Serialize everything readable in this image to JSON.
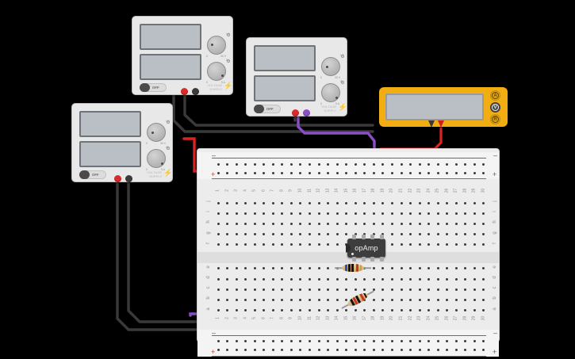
{
  "app": {
    "background_color": "#000000",
    "canvas_label": "circuit-canvas"
  },
  "power_supplies": [
    {
      "id": "psu-1",
      "label": "VOLTAGE SUPPLY",
      "brand_line1": "VOLTAGE",
      "brand_line2": "SUPPLY",
      "switch_label": "OFF",
      "switch_state": "off",
      "bolt_icon": "⚡",
      "knobs": [
        {
          "name": "voltage-knob",
          "top_label": "VC",
          "min_label": "0",
          "max_label": "30 V"
        },
        {
          "name": "current-knob",
          "top_label": "IC",
          "min_label": "0",
          "max_label": "5 A"
        }
      ],
      "display_top": "",
      "display_bottom": "",
      "terminals": [
        {
          "name": "positive-terminal",
          "color": "#d92b2b"
        },
        {
          "name": "negative-terminal",
          "color": "#3a3a3a"
        }
      ]
    },
    {
      "id": "psu-2",
      "label": "VOLTAGE SUPPLY",
      "brand_line1": "VOLTAGE",
      "brand_line2": "SUPPLY",
      "switch_label": "OFF",
      "switch_state": "off",
      "bolt_icon": "⚡",
      "knobs": [
        {
          "name": "voltage-knob",
          "top_label": "VC",
          "min_label": "0",
          "max_label": "30 V"
        },
        {
          "name": "current-knob",
          "top_label": "IC",
          "min_label": "0",
          "max_label": "5 A"
        }
      ],
      "display_top": "",
      "display_bottom": "",
      "terminals": [
        {
          "name": "positive-terminal",
          "color": "#d92b2b"
        },
        {
          "name": "negative-terminal",
          "color": "#8a4fc4"
        }
      ]
    },
    {
      "id": "psu-3",
      "label": "VOLTAGE SUPPLY",
      "brand_line1": "VOLTAGE",
      "brand_line2": "SUPPLY",
      "switch_label": "OFF",
      "switch_state": "off",
      "bolt_icon": "⚡",
      "knobs": [
        {
          "name": "voltage-knob",
          "top_label": "VC",
          "min_label": "0",
          "max_label": "30 V"
        },
        {
          "name": "current-knob",
          "top_label": "IC",
          "min_label": "0",
          "max_label": "5 A"
        }
      ],
      "display_top": "",
      "display_bottom": "",
      "terminals": [
        {
          "name": "positive-terminal",
          "color": "#d92b2b"
        },
        {
          "name": "negative-terminal",
          "color": "#3a3a3a"
        }
      ]
    }
  ],
  "multimeter": {
    "id": "multimeter-1",
    "body_color": "#f2ad13",
    "screen_value": "",
    "mode_buttons": [
      {
        "name": "ammeter-mode-button",
        "label": "A",
        "selected": false
      },
      {
        "name": "voltmeter-mode-button",
        "label": "V",
        "selected": true
      },
      {
        "name": "ohmmeter-mode-button",
        "label": "R",
        "selected": false
      }
    ],
    "probes": [
      {
        "name": "black-probe",
        "color": "#3a3a3a"
      },
      {
        "name": "red-probe",
        "color": "#cc2222"
      }
    ]
  },
  "breadboard": {
    "id": "breadboard-1",
    "columns": [
      1,
      2,
      3,
      4,
      5,
      6,
      7,
      8,
      9,
      10,
      11,
      12,
      13,
      14,
      15,
      16,
      17,
      18,
      19,
      20,
      21,
      22,
      23,
      24,
      25,
      26,
      27,
      28,
      29,
      30
    ],
    "column_count": 30,
    "rows_upper": [
      "j",
      "i",
      "h",
      "g",
      "f"
    ],
    "rows_lower": [
      "e",
      "d",
      "c",
      "b",
      "a"
    ],
    "rail_symbols": {
      "negative": "–",
      "positive": "+"
    },
    "rail_colors": {
      "negative": "#6b6b6b",
      "positive": "#d94444"
    }
  },
  "components": [
    {
      "name": "op-amp-ic",
      "type": "DIP-8",
      "label": "opAmp",
      "body_color": "#3d3d3d",
      "text_color": "#f2f2f2",
      "pin_count": 8,
      "position": {
        "columns": "17-20",
        "rows": "e-f"
      }
    },
    {
      "name": "resistor-1",
      "type": "resistor",
      "orientation": "horizontal",
      "bands": [
        "#2b4fc4",
        "#111111",
        "#cc3322",
        "#c8a23a"
      ],
      "position": {
        "columns": "14-19",
        "row": "d"
      }
    },
    {
      "name": "resistor-2",
      "type": "resistor",
      "orientation": "diagonal",
      "bands": [
        "#111111",
        "#cc3322",
        "#111111",
        "#cc3322"
      ],
      "position": {
        "columns": "14-19",
        "row": "a"
      }
    }
  ],
  "wires": [
    {
      "name": "wire-red-psu3-to-positive-rail",
      "color": "#dd2222"
    },
    {
      "name": "wire-red-multimeter-to-breadboard",
      "color": "#dd2222"
    },
    {
      "name": "wire-red-rail-stub",
      "color": "#dd2222"
    },
    {
      "name": "wire-black-psu1-bus",
      "color": "#3a3a3a"
    },
    {
      "name": "wire-black-psu2-bus",
      "color": "#3a3a3a"
    },
    {
      "name": "wire-black-multimeter-probe",
      "color": "#3a3a3a"
    },
    {
      "name": "wire-black-ground-column",
      "color": "#3a3a3a"
    },
    {
      "name": "wire-black-negative-rail",
      "color": "#3a3a3a"
    },
    {
      "name": "wire-purple-psu2-to-opamp",
      "color": "#8a4fc4"
    },
    {
      "name": "wire-purple-opamp-to-negative-rail",
      "color": "#8a4fc4"
    },
    {
      "name": "wire-purple-bottom-rail",
      "color": "#8a4fc4"
    }
  ]
}
